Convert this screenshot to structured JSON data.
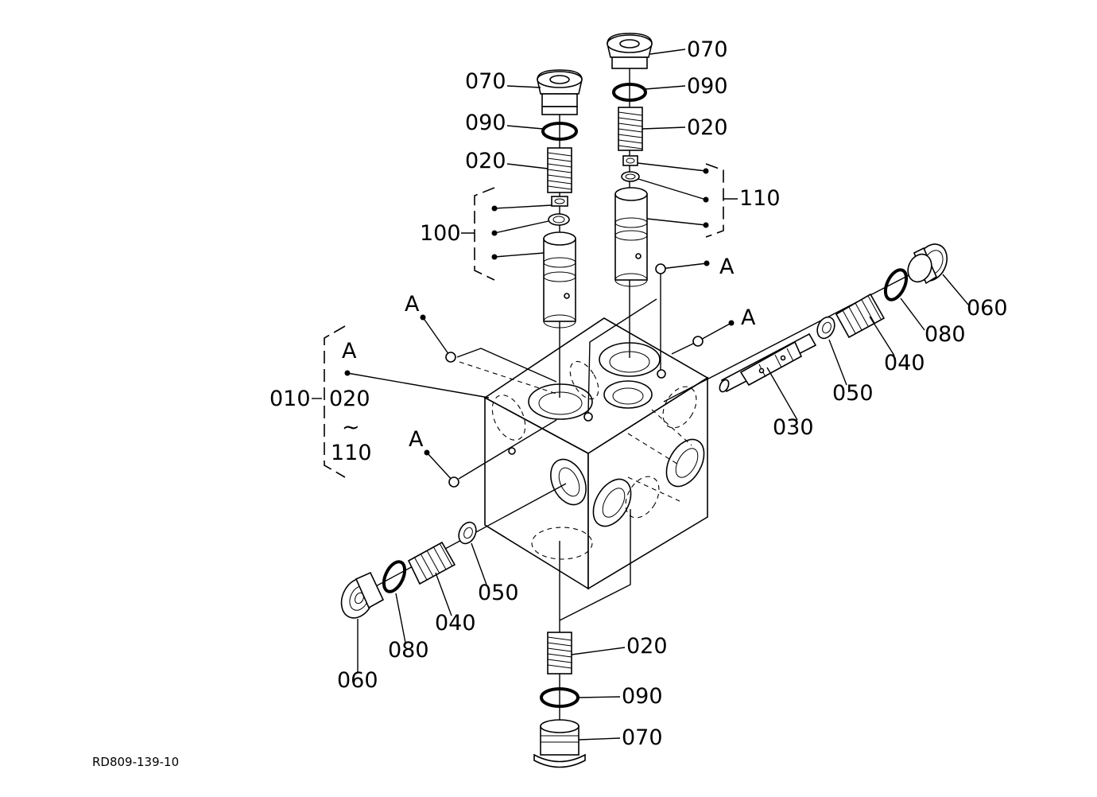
{
  "figure": {
    "reference_code": "RD809-139-10"
  },
  "callouts": {
    "c070_left": "070",
    "c090_left": "090",
    "c020_left": "020",
    "c100": "100",
    "c070_right": "070",
    "c090_right": "090",
    "c020_right": "020",
    "c110": "110",
    "c_a_top": "A",
    "c_a_left1": "A",
    "c_a_right": "A",
    "c_a_left2": "A",
    "c_a_left3": "A",
    "c010": "010",
    "c010_range_start": "020",
    "c010_range_tilde": "~",
    "c010_range_end": "110",
    "c060_right": "060",
    "c080_right": "080",
    "c040_right": "040",
    "c050_right": "050",
    "c030": "030",
    "c050_left": "050",
    "c040_left": "040",
    "c080_left": "080",
    "c060_left": "060",
    "c020_bottom": "020",
    "c090_bottom": "090",
    "c070_bottom": "070"
  }
}
